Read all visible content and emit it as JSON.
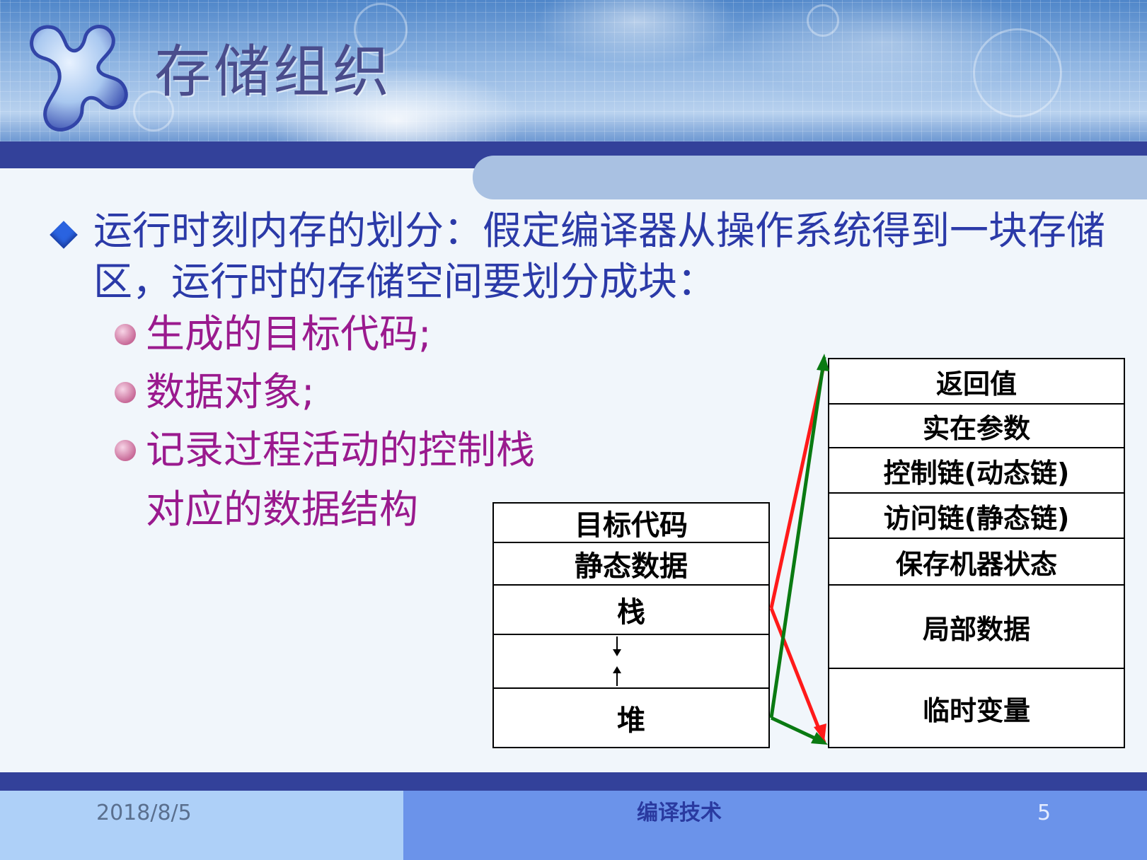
{
  "slide": {
    "title": "存储组织",
    "main_bullet": "运行时刻内存的划分：假定编译器从操作系统得到一块存储区，运行时的存储空间要划分成块：",
    "sub_bullets": [
      "生成的目标代码;",
      "数据对象;",
      "记录过程活动的控制栈",
      "对应的数据结构"
    ]
  },
  "diagram": {
    "memory_layout": [
      "目标代码",
      "静态数据",
      "栈",
      "",
      "堆"
    ],
    "activation_record": [
      "返回值",
      "实在参数",
      "控制链(动态链)",
      "访问链(静态链)",
      "保存机器状态",
      "局部数据",
      "临时变量"
    ],
    "arrow_colors": {
      "red": "#ff1a1a",
      "green": "#0a7a12"
    }
  },
  "footer": {
    "date": "2018/8/5",
    "course": "编译技术",
    "page": "5"
  },
  "colors": {
    "title": "#4a4d8c",
    "main_text": "#2b3aa8",
    "sub_text": "#9a1a8e",
    "band": "#33419a"
  },
  "icons": {
    "logo": "x-logo-icon",
    "main_bullet": "diamond-bullet-icon",
    "sub_bullet": "circle-bullet-icon"
  }
}
